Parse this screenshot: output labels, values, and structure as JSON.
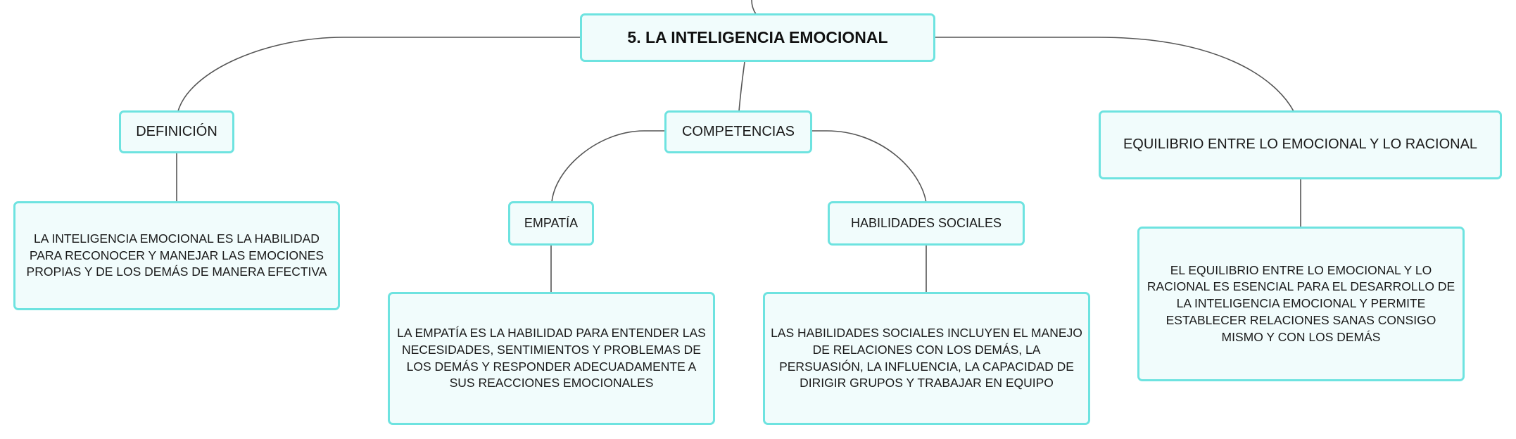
{
  "mindmap": {
    "root": {
      "label": "5. LA INTELIGENCIA EMOCIONAL"
    },
    "definicion": {
      "label": "DEFINICIÓN",
      "text": "LA INTELIGENCIA EMOCIONAL ES LA HABILIDAD PARA RECONOCER Y MANEJAR LAS EMOCIONES PROPIAS Y DE LOS DEMÁS DE MANERA EFECTIVA"
    },
    "competencias": {
      "label": "COMPETENCIAS",
      "empatia": {
        "label": "EMPATÍA",
        "text": "LA EMPATÍA ES LA HABILIDAD PARA ENTENDER LAS NECESIDADES, SENTIMIENTOS Y PROBLEMAS DE LOS DEMÁS Y RESPONDER ADECUADAMENTE A SUS REACCIONES EMOCIONALES"
      },
      "habilidades": {
        "label": "HABILIDADES SOCIALES",
        "text": "LAS HABILIDADES SOCIALES INCLUYEN EL MANEJO DE RELACIONES CON LOS DEMÁS, LA PERSUASIÓN, LA INFLUENCIA, LA CAPACIDAD DE DIRIGIR GRUPOS Y TRABAJAR EN EQUIPO"
      }
    },
    "equilibrio": {
      "label": "EQUILIBRIO ENTRE LO EMOCIONAL Y LO RACIONAL",
      "text": "EL EQUILIBRIO ENTRE LO EMOCIONAL Y LO RACIONAL ES ESENCIAL PARA EL DESARROLLO DE LA INTELIGENCIA EMOCIONAL Y PERMITE ESTABLECER RELACIONES SANAS CONSIGO MISMO Y CON LOS DEMÁS"
    }
  },
  "colors": {
    "node_border": "#6ee3e0",
    "node_fill": "#f1fcfc",
    "connector": "#555555",
    "text": "#1a1a1a"
  }
}
